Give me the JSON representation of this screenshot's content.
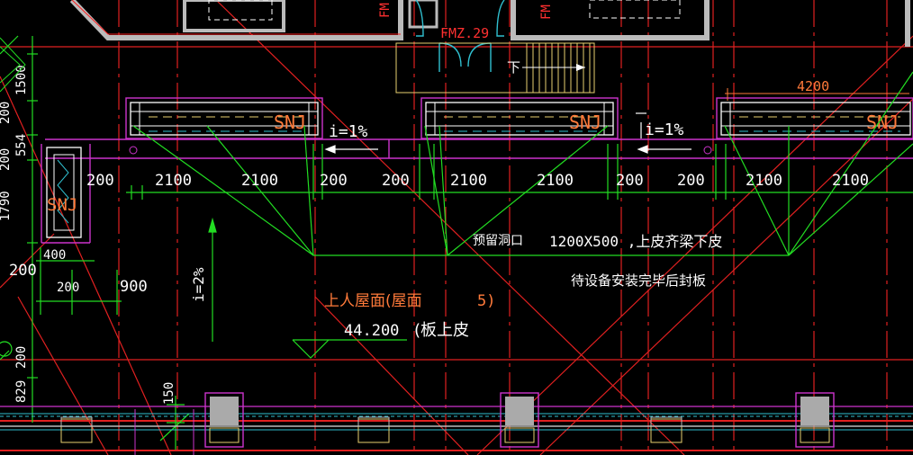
{
  "drawing": {
    "door_tag": "FMZ.29",
    "top_side_tags": [
      "FM",
      "FM"
    ],
    "stair_label": "下",
    "top_dim": "4200",
    "slopes": [
      "i=1%",
      "i=1%"
    ],
    "slope_vertical": "i=2%",
    "vessel_label": "SNJ",
    "vessel_labels_count": 4,
    "dims_row": [
      "200",
      "2100",
      "2100",
      "200",
      "200",
      "2100",
      "2100",
      "200",
      "200",
      "2100",
      "2100"
    ],
    "left_dims": [
      "200",
      "400",
      "200",
      "900"
    ],
    "left_vertical_dims": [
      "1500",
      "200",
      "554",
      "200",
      "1790",
      "200",
      "829"
    ],
    "lower_vertical_dim": "150",
    "opening_label": "预留洞口",
    "opening_size": "1200X500 ,上皮齐梁下皮",
    "opening_note": "待设备安装完毕后封板",
    "roof_label": "上人屋面(屋面",
    "roof_index": "5)",
    "elevation_value": "44.200",
    "elevation_note": "(板上皮",
    "colors": {
      "background": "#000000",
      "red": "#ff2020",
      "magenta": "#cc33cc",
      "green": "#22dd22",
      "white": "#ffffff",
      "yellow": "#e8d070",
      "cyan": "#30c0d0",
      "orange": "#ff7a3a",
      "grey": "#999999"
    }
  }
}
